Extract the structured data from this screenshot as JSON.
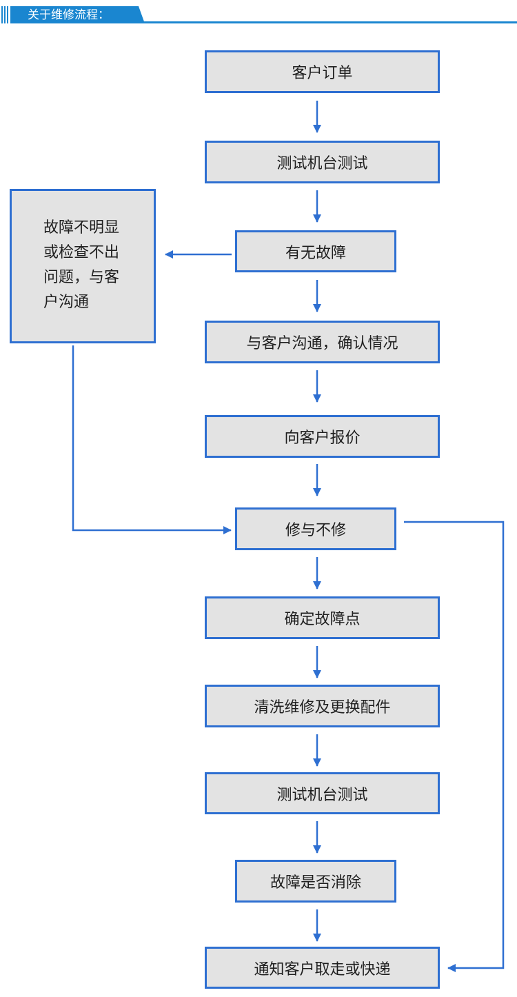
{
  "header": {
    "title": "关于维修流程："
  },
  "colors": {
    "accent": "#1a86d0",
    "box_border": "#2e6fd1",
    "box_fill": "#e3e3e3",
    "arrow": "#2e6fd1"
  },
  "diagram": {
    "steps": [
      "客户订单",
      "测试机台测试",
      "有无故障",
      "与客户沟通，确认情况",
      "向客户报价",
      "修与不修",
      "确定故障点",
      "清洗维修及更换配件",
      "测试机台测试",
      "故障是否消除",
      "通知客户取走或快递"
    ],
    "side_note": {
      "lines": [
        "故障不明显",
        "或检查不出",
        "问题，与客",
        "户沟通"
      ]
    }
  }
}
